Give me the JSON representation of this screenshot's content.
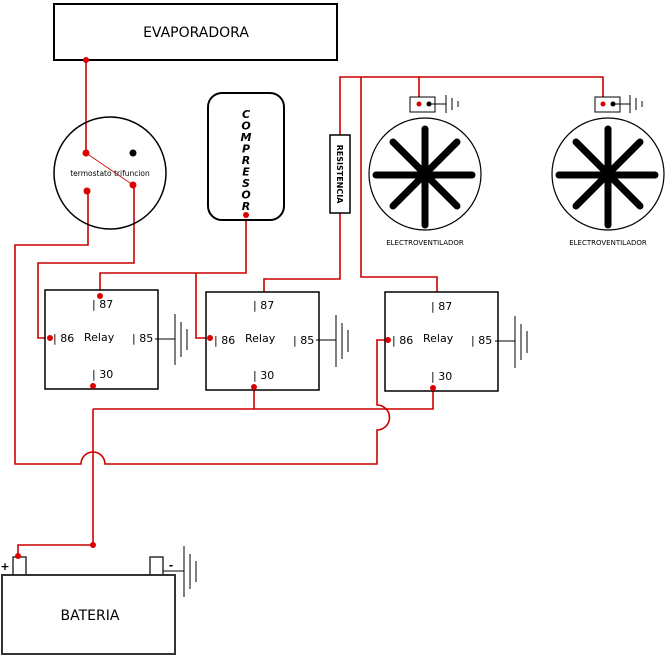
{
  "title": "Diagrama eléctrico de electroventiladores con relés",
  "colors": {
    "wire": "#cc0000",
    "outline": "#000000",
    "background": "#ffffff"
  },
  "components": {
    "evaporator": {
      "label": "EVAPORADORA"
    },
    "thermostat": {
      "label": "termostato trifuncion"
    },
    "compressor": {
      "label": "COMPRESOR"
    },
    "resistor": {
      "label": "RESISTENCIA"
    },
    "fans": [
      {
        "label": "ELECTROVENTILADOR"
      },
      {
        "label": "ELECTROVENTILADOR"
      }
    ],
    "relays": [
      {
        "label": "Relay",
        "pins": {
          "p87": "| 87",
          "p86": "| 86",
          "p85": "| 85",
          "p30": "| 30"
        }
      },
      {
        "label": "Relay",
        "pins": {
          "p87": "| 87",
          "p86": "| 86",
          "p85": "| 85",
          "p30": "| 30"
        }
      },
      {
        "label": "Relay",
        "pins": {
          "p87": "| 87",
          "p86": "| 86",
          "p85": "| 85",
          "p30": "| 30"
        }
      }
    ],
    "battery": {
      "label": "BATERIA",
      "positive": "+",
      "negative": "-"
    }
  }
}
